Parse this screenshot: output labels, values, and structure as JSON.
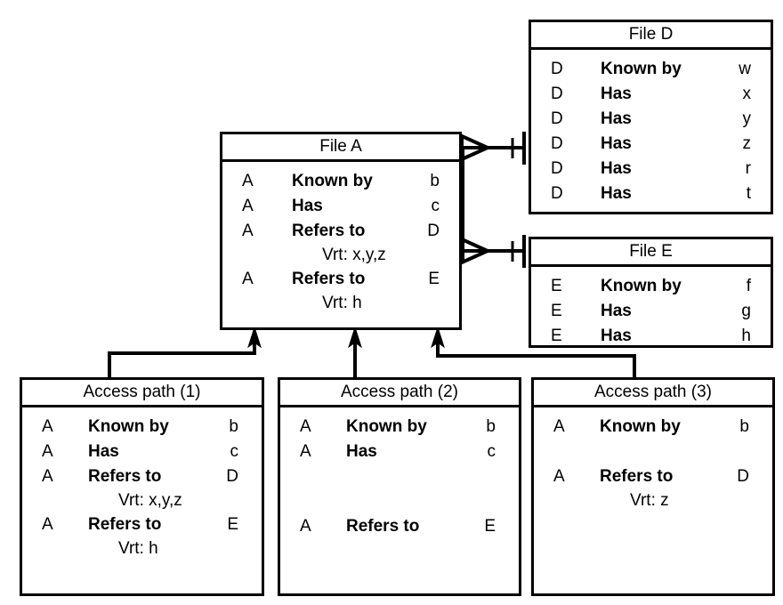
{
  "diagram": {
    "title_hint": "File and access-path record structure diagram",
    "line_color": "#000000",
    "background_color": "#ffffff",
    "columns": [
      "owner",
      "relationship",
      "target"
    ]
  },
  "boxes": {
    "file_a": {
      "title": "File A",
      "rows": [
        {
          "key": "A",
          "rel": "Known by",
          "val": "b"
        },
        {
          "key": "A",
          "rel": "Has",
          "val": "c"
        },
        {
          "key": "A",
          "rel": "Refers to",
          "val": "D",
          "vrt": "Vrt: x,y,z"
        },
        {
          "key": "A",
          "rel": "Refers to",
          "val": "E",
          "vrt": "Vrt: h"
        }
      ]
    },
    "file_d": {
      "title": "File D",
      "rows": [
        {
          "key": "D",
          "rel": "Known by",
          "val": "w"
        },
        {
          "key": "D",
          "rel": "Has",
          "val": "x"
        },
        {
          "key": "D",
          "rel": "Has",
          "val": "y"
        },
        {
          "key": "D",
          "rel": "Has",
          "val": "z"
        },
        {
          "key": "D",
          "rel": "Has",
          "val": "r"
        },
        {
          "key": "D",
          "rel": "Has",
          "val": "t"
        }
      ]
    },
    "file_e": {
      "title": "File E",
      "rows": [
        {
          "key": "E",
          "rel": "Known by",
          "val": "f"
        },
        {
          "key": "E",
          "rel": "Has",
          "val": "g"
        },
        {
          "key": "E",
          "rel": "Has",
          "val": "h"
        }
      ]
    },
    "access_path_1": {
      "title": "Access path (1)",
      "rows": [
        {
          "key": "A",
          "rel": "Known by",
          "val": "b"
        },
        {
          "key": "A",
          "rel": "Has",
          "val": "c"
        },
        {
          "key": "A",
          "rel": "Refers to",
          "val": "D",
          "vrt": "Vrt: x,y,z"
        },
        {
          "key": "A",
          "rel": "Refers to",
          "val": "E",
          "vrt": "Vrt: h"
        }
      ]
    },
    "access_path_2": {
      "title": "Access path (2)",
      "rows": [
        {
          "key": "A",
          "rel": "Known by",
          "val": "b"
        },
        {
          "key": "A",
          "rel": "Has",
          "val": "c"
        },
        {
          "blank": true
        },
        {
          "blank": true
        },
        {
          "key": "A",
          "rel": "Refers to",
          "val": "E"
        }
      ]
    },
    "access_path_3": {
      "title": "Access path (3)",
      "rows": [
        {
          "key": "A",
          "rel": "Known by",
          "val": "b"
        },
        {
          "blank": true
        },
        {
          "key": "A",
          "rel": "Refers to",
          "val": "D",
          "vrt": "Vrt: z"
        }
      ]
    }
  },
  "connectors": [
    {
      "name": "file-a-to-file-d",
      "from": "file_a",
      "to": "file_d",
      "notation": "crows-foot-to-one"
    },
    {
      "name": "file-a-to-file-e",
      "from": "file_a",
      "to": "file_e",
      "notation": "crows-foot-to-one"
    },
    {
      "name": "access-path-1-to-file-a",
      "from": "access_path_1",
      "to": "file_a",
      "notation": "arrow"
    },
    {
      "name": "access-path-2-to-file-a",
      "from": "access_path_2",
      "to": "file_a",
      "notation": "arrow"
    },
    {
      "name": "access-path-3-to-file-a",
      "from": "access_path_3",
      "to": "file_a",
      "notation": "arrow"
    }
  ]
}
